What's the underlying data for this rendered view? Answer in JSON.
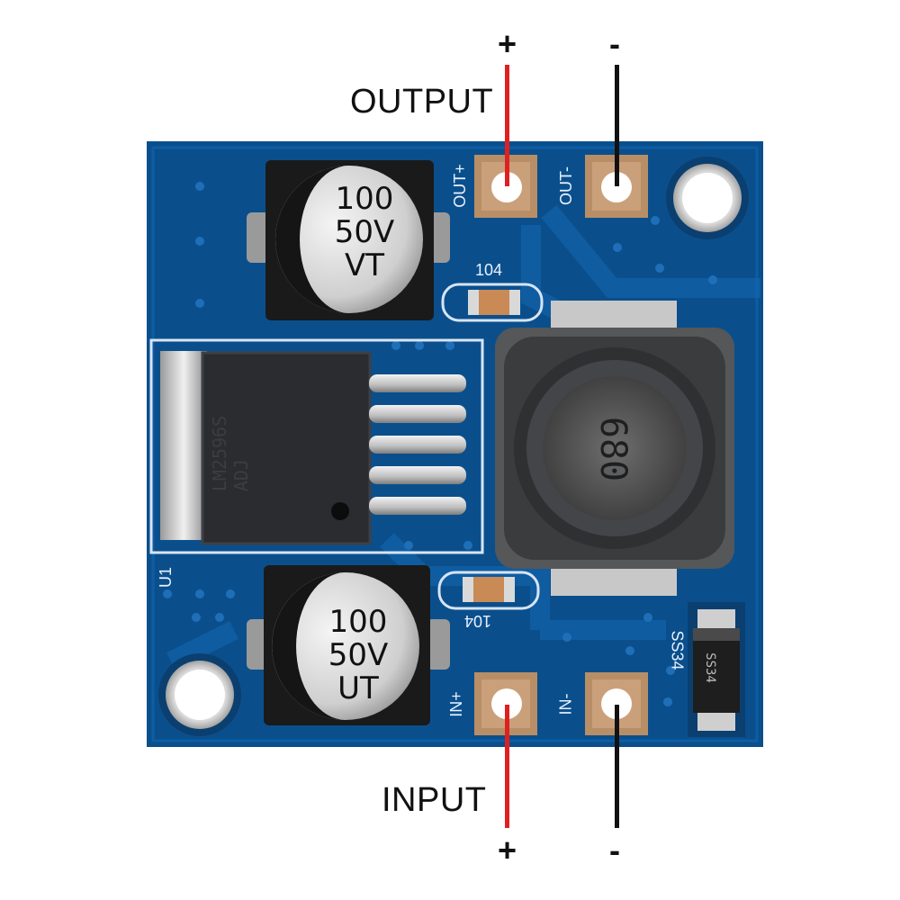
{
  "labels": {
    "output": "OUTPUT",
    "input": "INPUT",
    "output_plus": "+",
    "output_minus": "-",
    "input_plus": "+",
    "input_minus": "-"
  },
  "silkscreen": {
    "out_plus": "OUT+",
    "out_minus": "OUT-",
    "in_plus": "IN+",
    "in_minus": "IN-",
    "cap_top_code": "104",
    "cap_bottom_code": "104",
    "u1": "U1",
    "diode": "SS34"
  },
  "capacitor_top": {
    "line1": "100",
    "line2": "50V",
    "line3": "VT"
  },
  "capacitor_bottom": {
    "line1": "100",
    "line2": "50V",
    "line3": "UT"
  },
  "chip": {
    "line1": "LM2596S",
    "line2": "ADJ"
  },
  "inductor": {
    "code": "680"
  },
  "diode_body": {
    "code": "SS34"
  },
  "colors": {
    "pcb": "#0a4f8c",
    "wire_positive": "#e02020",
    "wire_negative": "#111111",
    "pad": "#c9a07a"
  }
}
